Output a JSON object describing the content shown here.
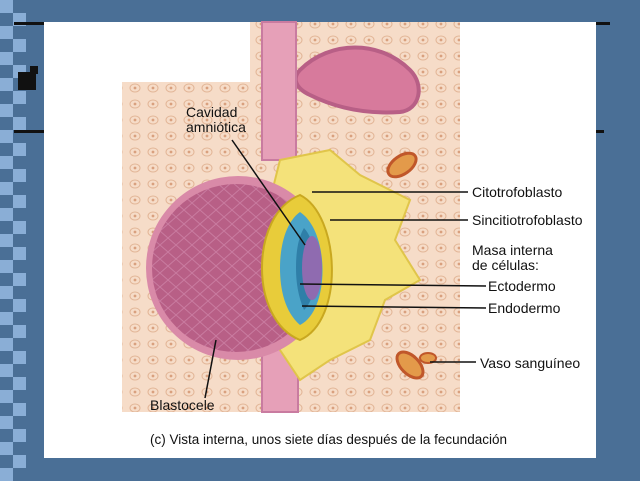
{
  "labels": {
    "cavidad": "Cavidad\namniótica",
    "citotrofoblasto": "Citotrofoblasto",
    "sincitiotrofoblasto": "Sincitiotrofoblasto",
    "masa": "Masa interna\nde células:",
    "ectodermo": "Ectodermo",
    "endodermo": "Endodermo",
    "vaso": "Vaso sanguíneo",
    "blastocele": "Blastocele"
  },
  "caption": "(c) Vista interna, unos siete días después de la fecundación",
  "colors": {
    "background": "#4a6f96",
    "blastocyst": "#b85f86",
    "endometrium": "#f6dcc8",
    "syncytio": "#f4e27a",
    "cyto": "#e8cc3a",
    "ectoderm": "#4aa3c8",
    "endoderm": "#2f7fa8"
  }
}
